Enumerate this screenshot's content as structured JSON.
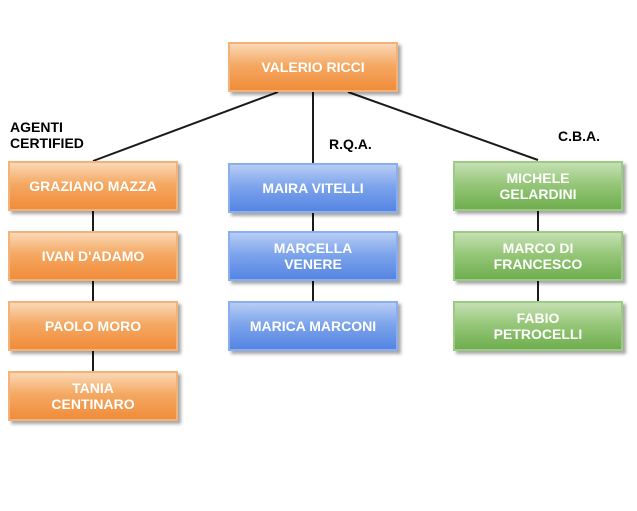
{
  "root": {
    "label": "VALERIO RICCI"
  },
  "groups": {
    "left": {
      "label": "AGENTI\n CERTIFIED",
      "members": [
        "GRAZIANO MAZZA",
        "IVAN D'ADAMO",
        "PAOLO MORO",
        "TANIA\nCENTINARO"
      ]
    },
    "middle": {
      "label": "R.Q.A.",
      "members": [
        "MAIRA VITELLI",
        "MARCELLA\nVENERE",
        "MARICA MARCONI"
      ]
    },
    "right": {
      "label": "C.B.A.",
      "members": [
        "MICHELE\nGELARDINI",
        "MARCO DI\nFRANCESCO",
        "FABIO\nPETROCELLI"
      ]
    }
  },
  "colors": {
    "left": "#f5a964",
    "middle": "#7ea5ec",
    "right": "#97c77a",
    "connector": "#1a1a1a"
  }
}
